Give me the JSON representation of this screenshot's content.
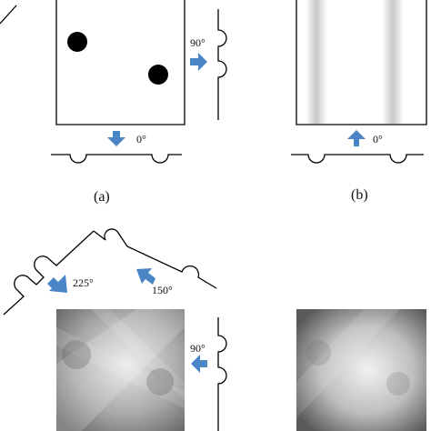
{
  "panels": {
    "a": {
      "label": "(a)",
      "angle_side": "90°",
      "angle_bottom": "0°"
    },
    "b": {
      "label": "(b)",
      "angle_bottom": "0°"
    },
    "c": {
      "angle_a": "225°",
      "angle_b": "150°",
      "angle_side": "90°"
    }
  },
  "colors": {
    "arrow": "#4a86c5",
    "line": "#000000",
    "dot": "#000000"
  }
}
